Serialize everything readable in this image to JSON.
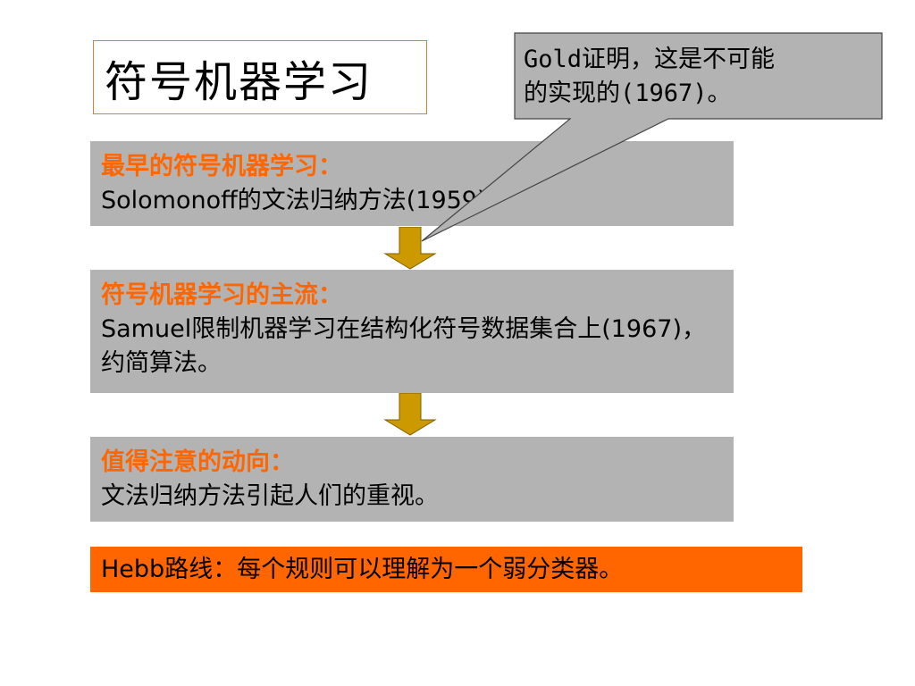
{
  "title": "符号机器学习",
  "callout": {
    "line1": "Gold证明，这是不可能",
    "line2": "的实现的(1967)。"
  },
  "panels": [
    {
      "heading": "最早的符号机器学习：",
      "body": "Solomonoff的文法归纳方法(1959)"
    },
    {
      "heading": "符号机器学习的主流：",
      "body": "Samuel限制机器学习在结构化符号数据集合上(1967)，约简算法。"
    },
    {
      "heading": "值得注意的动向：",
      "body": "文法归纳方法引起人们的重视。"
    }
  ],
  "hebb": "Hebb路线：每个规则可以理解为一个弱分类器。",
  "colors": {
    "accent": "#ff6600",
    "panel_gray": "#b3b3b3",
    "arrow_fill": "#cc9900"
  }
}
